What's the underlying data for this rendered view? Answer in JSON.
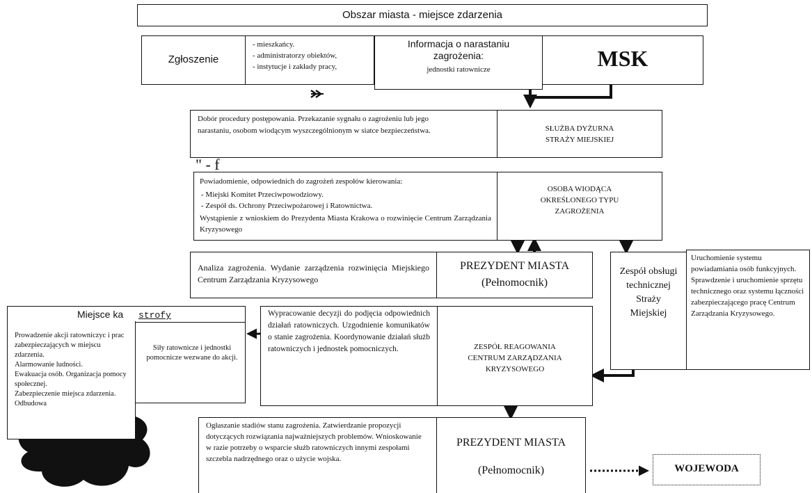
{
  "area_title": "Obszar miasta - miejsce zdarzenia",
  "zgloszenie": {
    "label": "Zgłoszenie",
    "sources": [
      "- mieszkańcy.",
      "- administratorzy obiektów,",
      "- instytucje i zakłady pracy,"
    ]
  },
  "info": {
    "title": "Informacja o narastaniu zagrożenia:",
    "subtitle": "jednostki ratownicze"
  },
  "msk": "MSK",
  "procedura": {
    "text": "Dobór procedury postępowania. Przekazanie sygnału o zagrożeniu lub jego narastaniu, osobom wiodącym wyszczególnionym w siatce bezpieczeństwa.",
    "actor": "SŁUŻBA DYŻURNA STRAŻY MIEJSKIEJ"
  },
  "stray_mark": "\" - f",
  "powiadomienie": {
    "intro": "Powiadomienie, odpowiednich do zagrożeń zespołów kierowania:",
    "items": [
      "- Miejski Komitet Przeciwpowodziowy.",
      "- Zespół ds. Ochrony Przeciwpożarowej i Ratownictwa."
    ],
    "outro": "Wystąpienie z wnioskiem do Prezydenta Miasta Krakowa o rozwinięcie Centrum Zarządzania Kryzysowego",
    "actor": "OSOBA WIODĄCA OKREŚLONEGO TYPU ZAGROŻENIA"
  },
  "analiza": {
    "text": "Analiza zagrożenia. Wydanie zarządzenia rozwinięcia Miejskiego Centrum Zarządzania Kryzysowego",
    "actor_line1": "PREZYDENT MIASTA",
    "actor_line2": "(Pełnomocnik)"
  },
  "zespol_obslugi": {
    "label": "Zespół obsługi technicznej Straży Miejskiej",
    "text": "Uruchomienie systemu powiadamiania osób funkcyjnych. Sprawdzenie i uruchomienie sprzętu technicznego oraz systemu łączności zabezpieczającego pracę Centrum Zarządzania Kryzysowego."
  },
  "miejsce": {
    "title_a": "Miejsce ka",
    "title_b": "strofy",
    "actions": [
      "Prowadzenie akcji ratowniczyc i prac zabezpieczających w miejscu zdarzenia.",
      "Alarmowanie ludności.",
      "Ewakuacja osób. Organizacja pomocy społecznej.",
      "Zabezpieczenie miejsca zdarzenia.",
      "Odbudowa"
    ],
    "forces": "Siły ratownicze i jednostki pomocnicze wezwane do akcji."
  },
  "reagowanie": {
    "text": "Wypracowanie decyzji do podjęcia odpowiednich działań ratowniczych. Uzgodnienie komunikatów o stanie zagrożenia. Koordynowanie działań służb ratowniczych i jednostek pomocniczych.",
    "actor": "ZESPÓŁ REAGOWANIA CENTRUM ZARZĄDZANIA KRYZYSOWEGO"
  },
  "ogloszenie": {
    "text": "Ogłaszanie stadiów stanu zagrożenia. Zatwierdzanie propozycji dotyczących rozwiązania najważniejszych problemów. Wnioskowanie w razie potrzeby o wsparcie służb ratowniczych innymi zespołami szczebla nadrzędnego oraz o użycie wojska.",
    "actor_line1": "PREZYDENT MIASTA",
    "actor_line2": "(Pełnomocnik)"
  },
  "wojewoda": "WOJEWODA"
}
